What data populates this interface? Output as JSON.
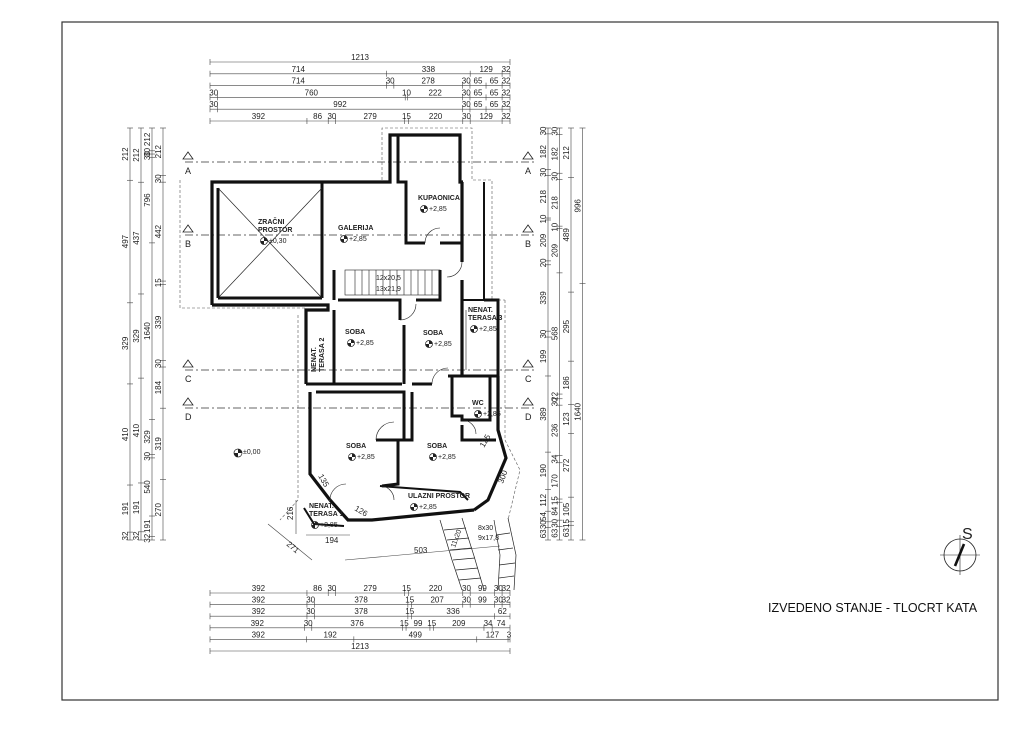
{
  "drawing": {
    "title": "IZVEDENO STANJE - TLOCRT KATA",
    "north_label": "S"
  },
  "dims_top": [
    [
      "1213"
    ],
    [
      "714",
      "338",
      "129",
      "32"
    ],
    [
      "714",
      "30",
      "278",
      "30",
      "65",
      "65",
      "32"
    ],
    [
      "30",
      "760",
      "10",
      "222",
      "30",
      "65",
      "65",
      "32"
    ],
    [
      "30",
      "992",
      "30",
      "65",
      "65",
      "32"
    ],
    [
      "392",
      "86",
      "30",
      "279",
      "15",
      "220",
      "30",
      "129",
      "32"
    ]
  ],
  "dims_bottom": [
    [
      "392",
      "86",
      "30",
      "279",
      "15",
      "220",
      "30",
      "99",
      "30",
      "32"
    ],
    [
      "392",
      "30",
      "378",
      "15",
      "207",
      "30",
      "99",
      "30",
      "32"
    ],
    [
      "392",
      "30",
      "378",
      "15",
      "336",
      "62"
    ],
    [
      "392",
      "30",
      "376",
      "15",
      "99",
      "15",
      "209",
      "34",
      "74"
    ],
    [
      "392",
      "192",
      "499",
      "127",
      "3"
    ],
    [
      "1213"
    ]
  ],
  "dims_left": [
    [
      "212",
      "497",
      "329",
      "410",
      "191",
      "32"
    ],
    [
      "212",
      "437",
      "329",
      "410",
      "191",
      "32"
    ],
    [
      "212",
      "30",
      "30",
      "796",
      "1640",
      "329",
      "30",
      "540",
      "191",
      "32"
    ],
    [
      "212",
      "30",
      "442",
      "15",
      "339",
      "30",
      "184",
      "319",
      "270"
    ]
  ],
  "dims_right": [
    [
      "30",
      "182",
      "30",
      "218",
      "10",
      "209",
      "20",
      "339",
      "30",
      "199",
      "389",
      "190",
      "112",
      "54",
      "30",
      "63"
    ],
    [
      "30",
      "182",
      "30",
      "218",
      "10",
      "209",
      "568",
      "22",
      "30",
      "236",
      "34",
      "170",
      "15",
      "84",
      "30",
      "63"
    ],
    [
      "212",
      "489",
      "295",
      "186",
      "123",
      "272",
      "105",
      "15",
      "63"
    ],
    [
      "996",
      "1640"
    ]
  ],
  "section_markers": [
    "A",
    "B",
    "C",
    "D"
  ],
  "rooms": [
    {
      "name": "ZRAČNI",
      "name2": "PROSTOR",
      "level": "±0,30"
    },
    {
      "name": "GALERIJA",
      "level": "+2,85"
    },
    {
      "name": "KUPAONICA",
      "level": "+2,85"
    },
    {
      "name": "SOBA",
      "level": "+2,85"
    },
    {
      "name": "SOBA",
      "level": "+2,85"
    },
    {
      "name": "NENAT.",
      "name2": "TERASA 3",
      "level": "+2,85"
    },
    {
      "name": "NENAT.",
      "name2": "TERASA 2"
    },
    {
      "name": "WC",
      "level": "+2,85"
    },
    {
      "name": "SOBA",
      "level": "+2,85"
    },
    {
      "name": "SOBA",
      "level": "+2,85"
    },
    {
      "name": "ULAZNI PROSTOR",
      "level": "+2,85"
    },
    {
      "name": "NENAT.",
      "name2": "TERASA 1",
      "level": "+2,85"
    }
  ],
  "stair_labels": [
    "12x20,5",
    "13x21,9",
    "8x30",
    "9x17,8",
    "11x20"
  ],
  "outside_level": "±0,00",
  "misc_dims": [
    "216",
    "271",
    "194",
    "503",
    "135",
    "126",
    "300",
    "125"
  ]
}
